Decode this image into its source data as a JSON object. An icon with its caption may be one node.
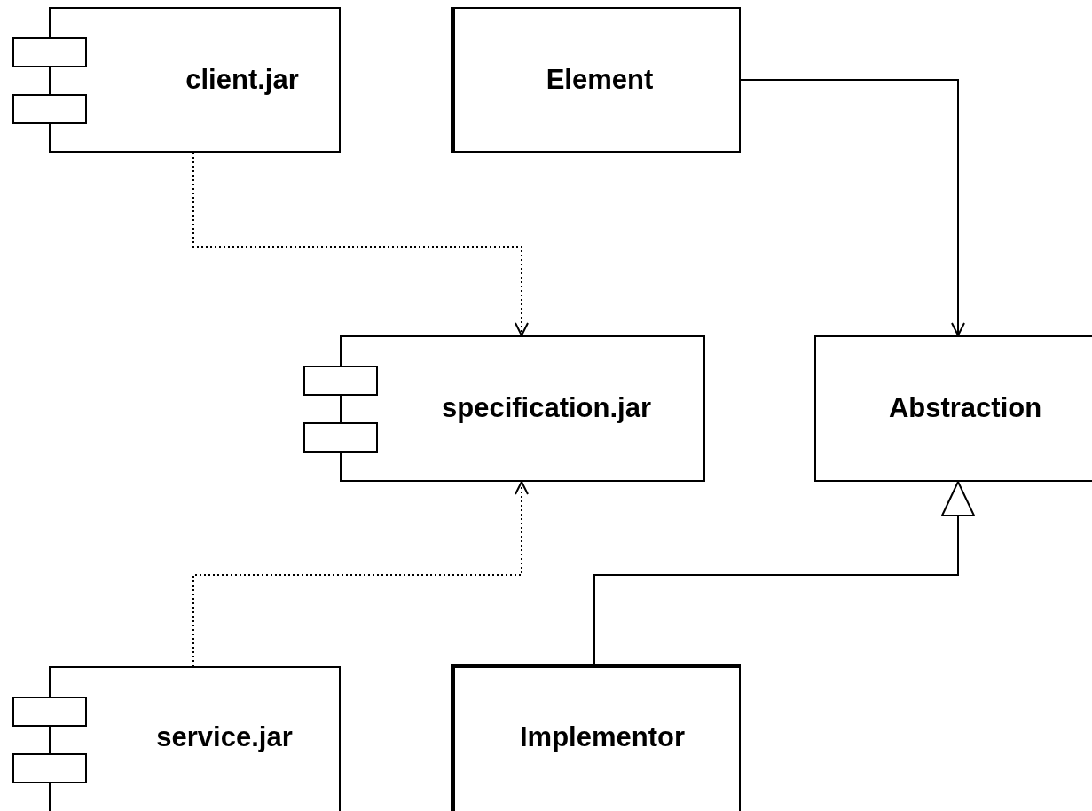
{
  "diagram": {
    "nodes": [
      {
        "text": [
          "client.jar"
        ]
      },
      {
        "text": [
          "Element"
        ]
      },
      {
        "text": [
          "specification.jar"
        ]
      },
      {
        "text": [
          "Abstraction"
        ]
      },
      {
        "text": [
          "service.jar"
        ]
      },
      {
        "text": [
          "Implementor"
        ]
      }
    ],
    "edges": [
      {
        "from": 0,
        "to": 2,
        "arrow": "to",
        "style": "dashed"
      },
      {
        "from": 1,
        "to": 3,
        "arrow": "to"
      },
      {
        "from": 4,
        "to": 2,
        "arrow": "to",
        "style": "dashed"
      },
      {
        "from": 5,
        "to": 3,
        "arrow": "to"
      }
    ]
  }
}
